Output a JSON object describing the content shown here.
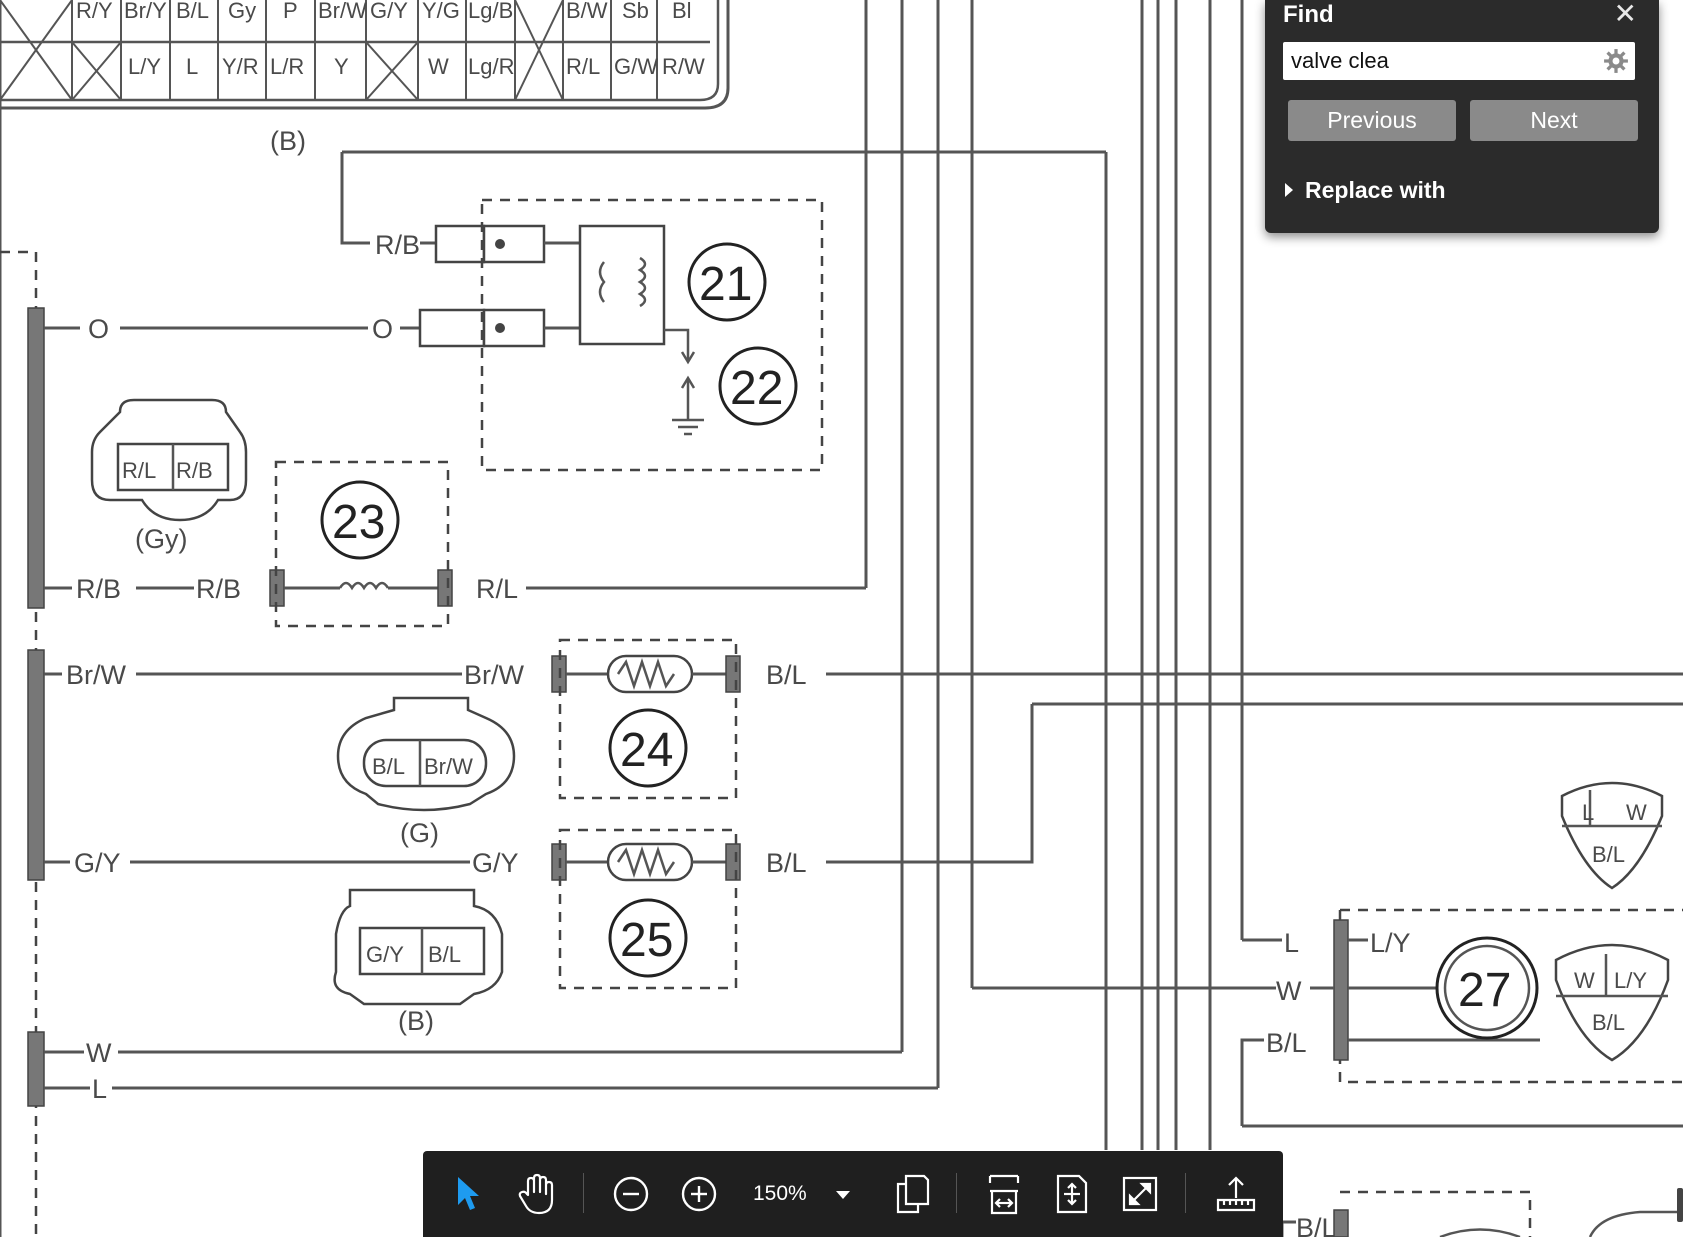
{
  "find": {
    "title": "Find",
    "query": "valve clea",
    "previous_label": "Previous",
    "next_label": "Next",
    "replace_label": "Replace with"
  },
  "toolbar": {
    "zoom": "150%",
    "active_tool": "select-cursor-icon",
    "icons": [
      "select-cursor-icon",
      "hand-icon",
      "zoom-out-icon",
      "zoom-in-icon",
      "zoom-dropdown-icon",
      "page-view-icon",
      "fit-width-icon",
      "fit-page-icon",
      "fullscreen-icon",
      "share-icon"
    ],
    "accent": "#1e9bf0"
  },
  "diagram": {
    "header_row1": [
      "R/Y",
      "Br/Y",
      "B/L",
      "Gy",
      "P",
      "Br/W",
      "G/Y",
      "Y/G",
      "Lg/B",
      "B/W",
      "Sb",
      "Bl"
    ],
    "header_row2": [
      "L/Y",
      "L",
      "Y/R",
      "L/R",
      "Y",
      "W",
      "Lg/R",
      "R/L",
      "G/W",
      "R/W"
    ],
    "connectors": {
      "b_top": "(B)",
      "gy": "(Gy)",
      "g": "(G)",
      "b_bottom": "(B)",
      "gy_pins": [
        "R/L",
        "R/B"
      ],
      "g_pins": [
        "B/L",
        "Br/W"
      ],
      "b_pins": [
        "G/Y",
        "B/L"
      ],
      "lw_pins": [
        "L",
        "W",
        "B/L"
      ],
      "wly_pins": [
        "W",
        "L/Y",
        "B/L"
      ]
    },
    "wires": {
      "rb_1": "R/B",
      "o_1": "O",
      "o_2": "O",
      "rb_2": "R/B",
      "rb_3": "R/B",
      "rl": "R/L",
      "brw_1": "Br/W",
      "brw_2": "Br/W",
      "bl_1": "B/L",
      "gy_1": "G/Y",
      "gy_2": "G/Y",
      "bl_2": "B/L",
      "w_1": "W",
      "l_1": "L",
      "l_2": "L",
      "ly": "L/Y",
      "w_2": "W",
      "bl_3": "B/L",
      "bl_4": "B/L"
    },
    "components": [
      "21",
      "22",
      "23",
      "24",
      "25",
      "27"
    ]
  }
}
